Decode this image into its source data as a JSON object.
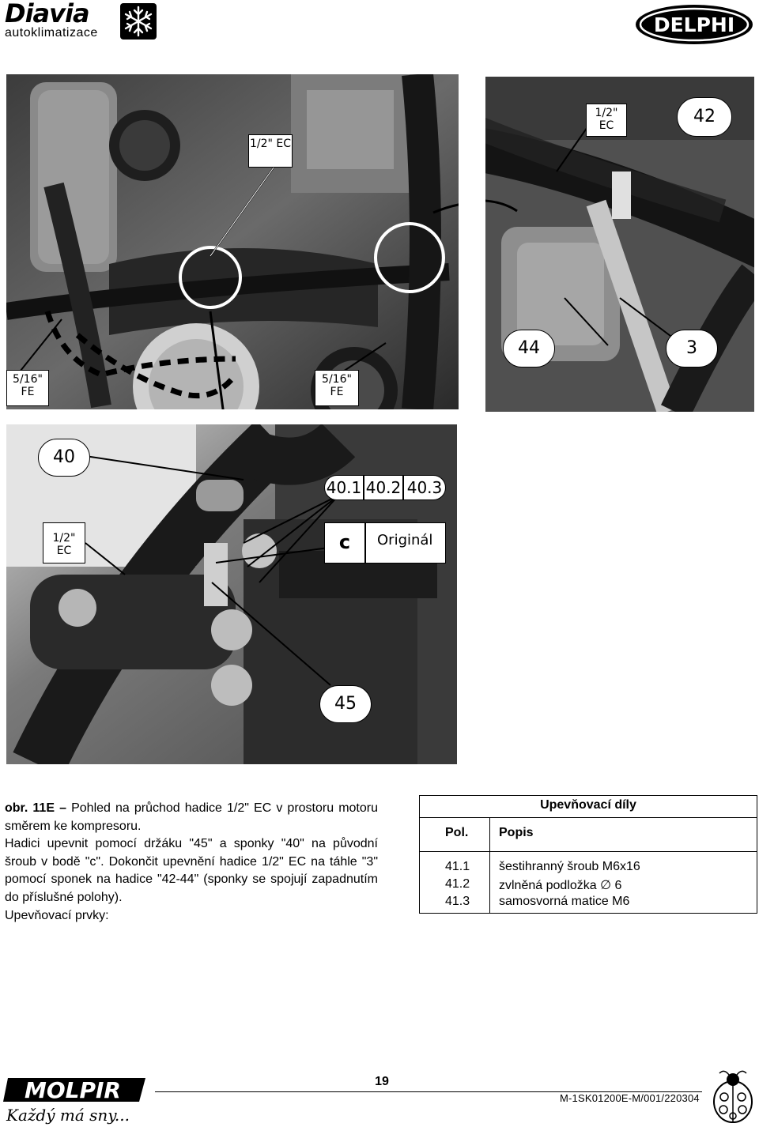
{
  "header": {
    "left_brand": "Diavia",
    "left_sub": "autoklimatizace",
    "right_brand": "DELPHI"
  },
  "photo_top_left": {
    "callouts": {
      "hose_top": "1/2\" EC",
      "hose_left": "5/16\" FE",
      "hose_right": "5/16\" FE"
    }
  },
  "photo_top_right": {
    "callouts": {
      "hose": "1/2\" EC",
      "c42": "42",
      "c44": "44",
      "c3": "3"
    }
  },
  "photo_bottom": {
    "callouts": {
      "c40": "40",
      "c40_1": "40.1",
      "c40_2": "40.2",
      "c40_3": "40.3",
      "hose": "1/2\" EC",
      "point_c": "c",
      "original": "Originál",
      "c45": "45"
    }
  },
  "caption": {
    "fig_label": "obr. 11E –",
    "lines": [
      "Pohled na průchod hadice 1/2\" EC v prostoru motoru směrem ke kompresoru.",
      "Hadici upevnit pomocí držáku \"45\" a sponky \"40\" na původní šroub v bodě \"c\". Dokončit upevnění hadice 1/2\" EC na táhle \"3\" pomocí sponek na hadice \"42-44\" (sponky se spojují zapadnutím do příslušné polohy).",
      "Upevňovací prvky:"
    ]
  },
  "parts_table": {
    "title": "Upevňovací díly",
    "col_pos": "Pol.",
    "col_desc": "Popis",
    "rows": [
      {
        "pos": "41.1",
        "desc": "šestihranný šroub M6x16"
      },
      {
        "pos": "41.2",
        "desc": "zvlněná podložka ∅ 6"
      },
      {
        "pos": "41.3",
        "desc": "samosvorná matice M6"
      }
    ]
  },
  "footer": {
    "logo": "MOLPIR",
    "slogan": "Každý má sny...",
    "page": "19",
    "doc_number": "M-1SK01200E-M/001/220304"
  }
}
